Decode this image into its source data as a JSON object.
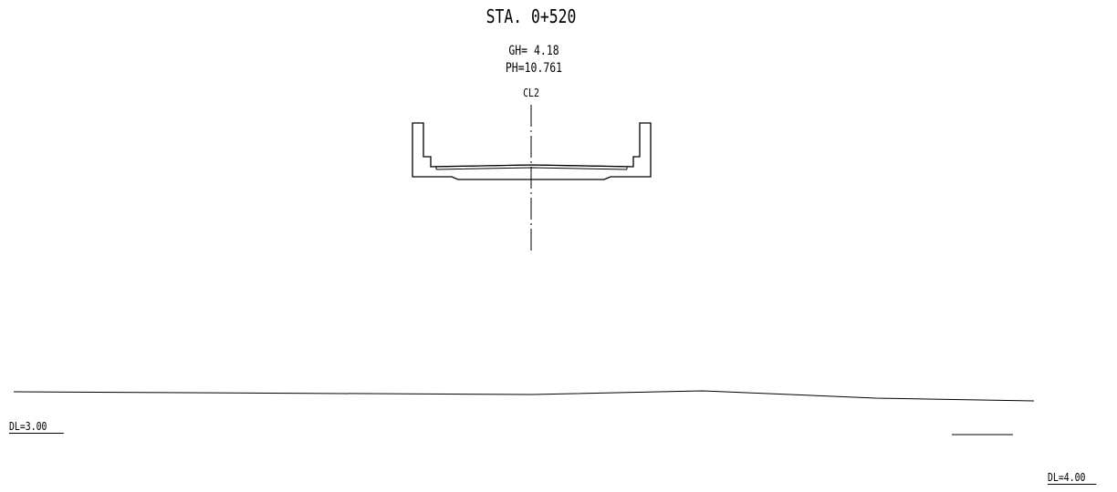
{
  "station": {
    "title": "STA. 0+520"
  },
  "elevations": {
    "gh": "GH= 4.18",
    "ph": "PH=10.761"
  },
  "centerline": {
    "label": "CL2"
  },
  "datum": {
    "left": "DL=3.00",
    "right": "DL=4.00"
  },
  "colors": {
    "line": "#000000",
    "background": "#ffffff"
  }
}
